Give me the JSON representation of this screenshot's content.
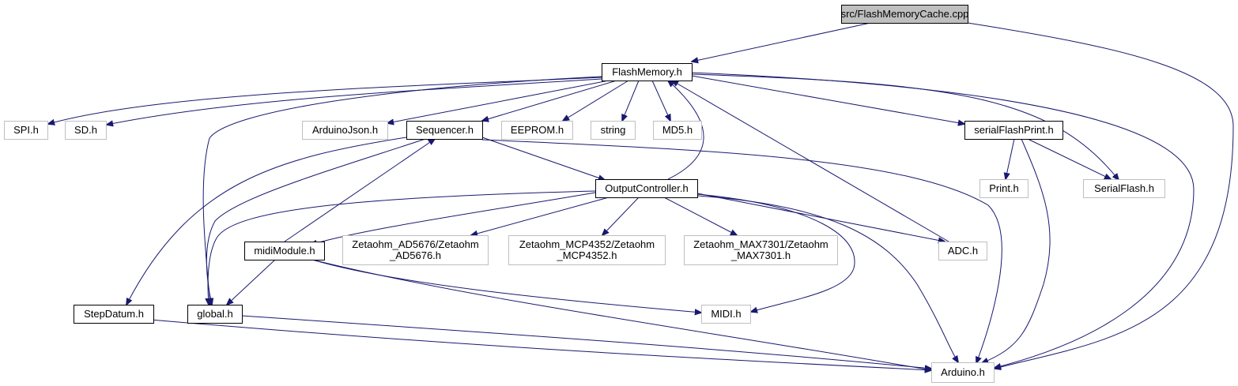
{
  "diagram": {
    "edge_color": "#191970",
    "nodes": [
      {
        "id": "root",
        "kind": "root",
        "lines": [
          "src/FlashMemoryCache.cpp"
        ]
      },
      {
        "id": "flashmemory",
        "kind": "documented",
        "lines": [
          "FlashMemory.h"
        ]
      },
      {
        "id": "spi",
        "kind": "external",
        "lines": [
          "SPI.h"
        ]
      },
      {
        "id": "sd",
        "kind": "external",
        "lines": [
          "SD.h"
        ]
      },
      {
        "id": "arduinojson",
        "kind": "external",
        "lines": [
          "ArduinoJson.h"
        ]
      },
      {
        "id": "sequencer",
        "kind": "documented",
        "lines": [
          "Sequencer.h"
        ]
      },
      {
        "id": "eeprom",
        "kind": "external",
        "lines": [
          "EEPROM.h"
        ]
      },
      {
        "id": "string",
        "kind": "external",
        "lines": [
          "string"
        ]
      },
      {
        "id": "md5",
        "kind": "external",
        "lines": [
          "MD5.h"
        ]
      },
      {
        "id": "serialflashprint",
        "kind": "documented",
        "lines": [
          "serialFlashPrint.h"
        ]
      },
      {
        "id": "outputcontroller",
        "kind": "documented",
        "lines": [
          "OutputController.h"
        ]
      },
      {
        "id": "print",
        "kind": "external",
        "lines": [
          "Print.h"
        ]
      },
      {
        "id": "serialflash",
        "kind": "external",
        "lines": [
          "SerialFlash.h"
        ]
      },
      {
        "id": "midimodule",
        "kind": "documented",
        "lines": [
          "midiModule.h"
        ]
      },
      {
        "id": "ad5676",
        "kind": "external",
        "lines": [
          "Zetaohm_AD5676/Zetaohm",
          "_AD5676.h"
        ]
      },
      {
        "id": "mcp4352",
        "kind": "external",
        "lines": [
          "Zetaohm_MCP4352/Zetaohm",
          "_MCP4352.h"
        ]
      },
      {
        "id": "max7301",
        "kind": "external",
        "lines": [
          "Zetaohm_MAX7301/Zetaohm",
          "_MAX7301.h"
        ]
      },
      {
        "id": "adc",
        "kind": "external",
        "lines": [
          "ADC.h"
        ]
      },
      {
        "id": "stepdatum",
        "kind": "documented",
        "lines": [
          "StepDatum.h"
        ]
      },
      {
        "id": "global",
        "kind": "documented",
        "lines": [
          "global.h"
        ]
      },
      {
        "id": "midi",
        "kind": "external",
        "lines": [
          "MIDI.h"
        ]
      },
      {
        "id": "arduino",
        "kind": "external",
        "lines": [
          "Arduino.h"
        ]
      }
    ],
    "edges": [
      [
        "root",
        "flashmemory"
      ],
      [
        "root",
        "arduino"
      ],
      [
        "flashmemory",
        "spi"
      ],
      [
        "flashmemory",
        "sd"
      ],
      [
        "flashmemory",
        "arduinojson"
      ],
      [
        "flashmemory",
        "sequencer"
      ],
      [
        "flashmemory",
        "eeprom"
      ],
      [
        "flashmemory",
        "string"
      ],
      [
        "flashmemory",
        "md5"
      ],
      [
        "flashmemory",
        "serialflashprint"
      ],
      [
        "flashmemory",
        "serialflash"
      ],
      [
        "flashmemory",
        "arduino"
      ],
      [
        "flashmemory",
        "global"
      ],
      [
        "sequencer",
        "stepdatum"
      ],
      [
        "sequencer",
        "global"
      ],
      [
        "sequencer",
        "outputcontroller"
      ],
      [
        "sequencer",
        "arduino"
      ],
      [
        "outputcontroller",
        "flashmemory"
      ],
      [
        "outputcontroller",
        "midimodule"
      ],
      [
        "outputcontroller",
        "ad5676"
      ],
      [
        "outputcontroller",
        "mcp4352"
      ],
      [
        "outputcontroller",
        "max7301"
      ],
      [
        "outputcontroller",
        "adc"
      ],
      [
        "outputcontroller",
        "global"
      ],
      [
        "outputcontroller",
        "midi"
      ],
      [
        "outputcontroller",
        "arduino"
      ],
      [
        "midimodule",
        "sequencer"
      ],
      [
        "midimodule",
        "global"
      ],
      [
        "midimodule",
        "midi"
      ],
      [
        "midimodule",
        "arduino"
      ],
      [
        "adc",
        "flashmemory"
      ],
      [
        "serialflashprint",
        "print"
      ],
      [
        "serialflashprint",
        "serialflash"
      ],
      [
        "serialflashprint",
        "arduino"
      ],
      [
        "stepdatum",
        "arduino"
      ],
      [
        "global",
        "arduino"
      ]
    ]
  }
}
